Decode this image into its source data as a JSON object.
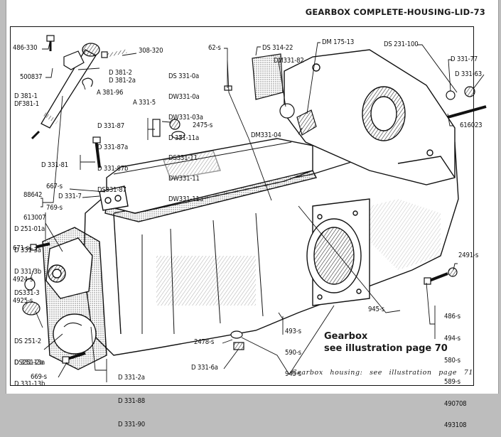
{
  "page": {
    "title": "GEARBOX COMPLETE-HOUSING-LID-73"
  },
  "callouts": {
    "c486_330": [
      "486-330"
    ],
    "c500837": [
      "500837"
    ],
    "d381_1": [
      "D 381-1",
      "DF381-1"
    ],
    "d381_2": [
      "D 381-2",
      "D 381-2a"
    ],
    "a381_96": [
      "A 381-96"
    ],
    "c308_320": [
      "308-320"
    ],
    "c62_s": [
      "62-s"
    ],
    "ds331_group": [
      "DS 331-0a",
      "DW331-0a",
      "DW331-03a",
      "D 331-11a",
      "DS331-11",
      "DW331-11",
      "DW331-11a"
    ],
    "ds314_22": [
      "DS 314-22"
    ],
    "dm331_82": [
      "DM331-82"
    ],
    "dm175_13": [
      "DM 175-13"
    ],
    "ds231_100": [
      "DS 231-100"
    ],
    "d331_77": [
      "D 331-77"
    ],
    "d331_63": [
      "D 331-63"
    ],
    "c616023": [
      "616023"
    ],
    "d331_87_group": [
      "D 331-87",
      "D 331-87a",
      "D 331-87b",
      "DS331-87"
    ],
    "a331_5": [
      "A 331-5"
    ],
    "c2475_s": [
      "2475-s"
    ],
    "dm331_04": [
      "DM331-04"
    ],
    "d331_81_group": [
      "D 331-81",
      "667-s",
      "769-s"
    ],
    "c88642_group": [
      "88642",
      "613007"
    ],
    "d331_7": [
      "D 331-7"
    ],
    "d251_group": [
      "D 251-01a",
      "D 331-3a",
      "D 331-3b",
      "DS331-3"
    ],
    "c671_s": [
      "671-s"
    ],
    "c4924_group": [
      "4924-s",
      "4925-s"
    ],
    "ds251_2_group": [
      "DS 251-2",
      "DS251-2a"
    ],
    "d331_13_group": [
      "D 331-13a",
      "D 331-13b"
    ],
    "c669_s": [
      "669-s"
    ],
    "d331_2a_group": [
      "D 331-2a",
      "D 331-88",
      "D 331-90"
    ],
    "c2478_s": [
      "2478-s"
    ],
    "d331_6a": [
      "D 331-6a"
    ],
    "c493_group": [
      "493-s",
      "590-s",
      "945-s"
    ],
    "c945_s": [
      "945-s"
    ],
    "c2491_s": [
      "2491-s"
    ],
    "c486_group": [
      "486-s",
      "494-s",
      "580-s",
      "589-s",
      "490708",
      "493108"
    ]
  },
  "notes": {
    "gearbox_line1": "Gearbox",
    "gearbox_line2": "see illustration page 70",
    "housing_note": "Gearbox housing: see illustration page 71"
  },
  "colors": {
    "ink": "#111111",
    "paper": "#ffffff",
    "window_chrome": "#bdbdbd"
  }
}
